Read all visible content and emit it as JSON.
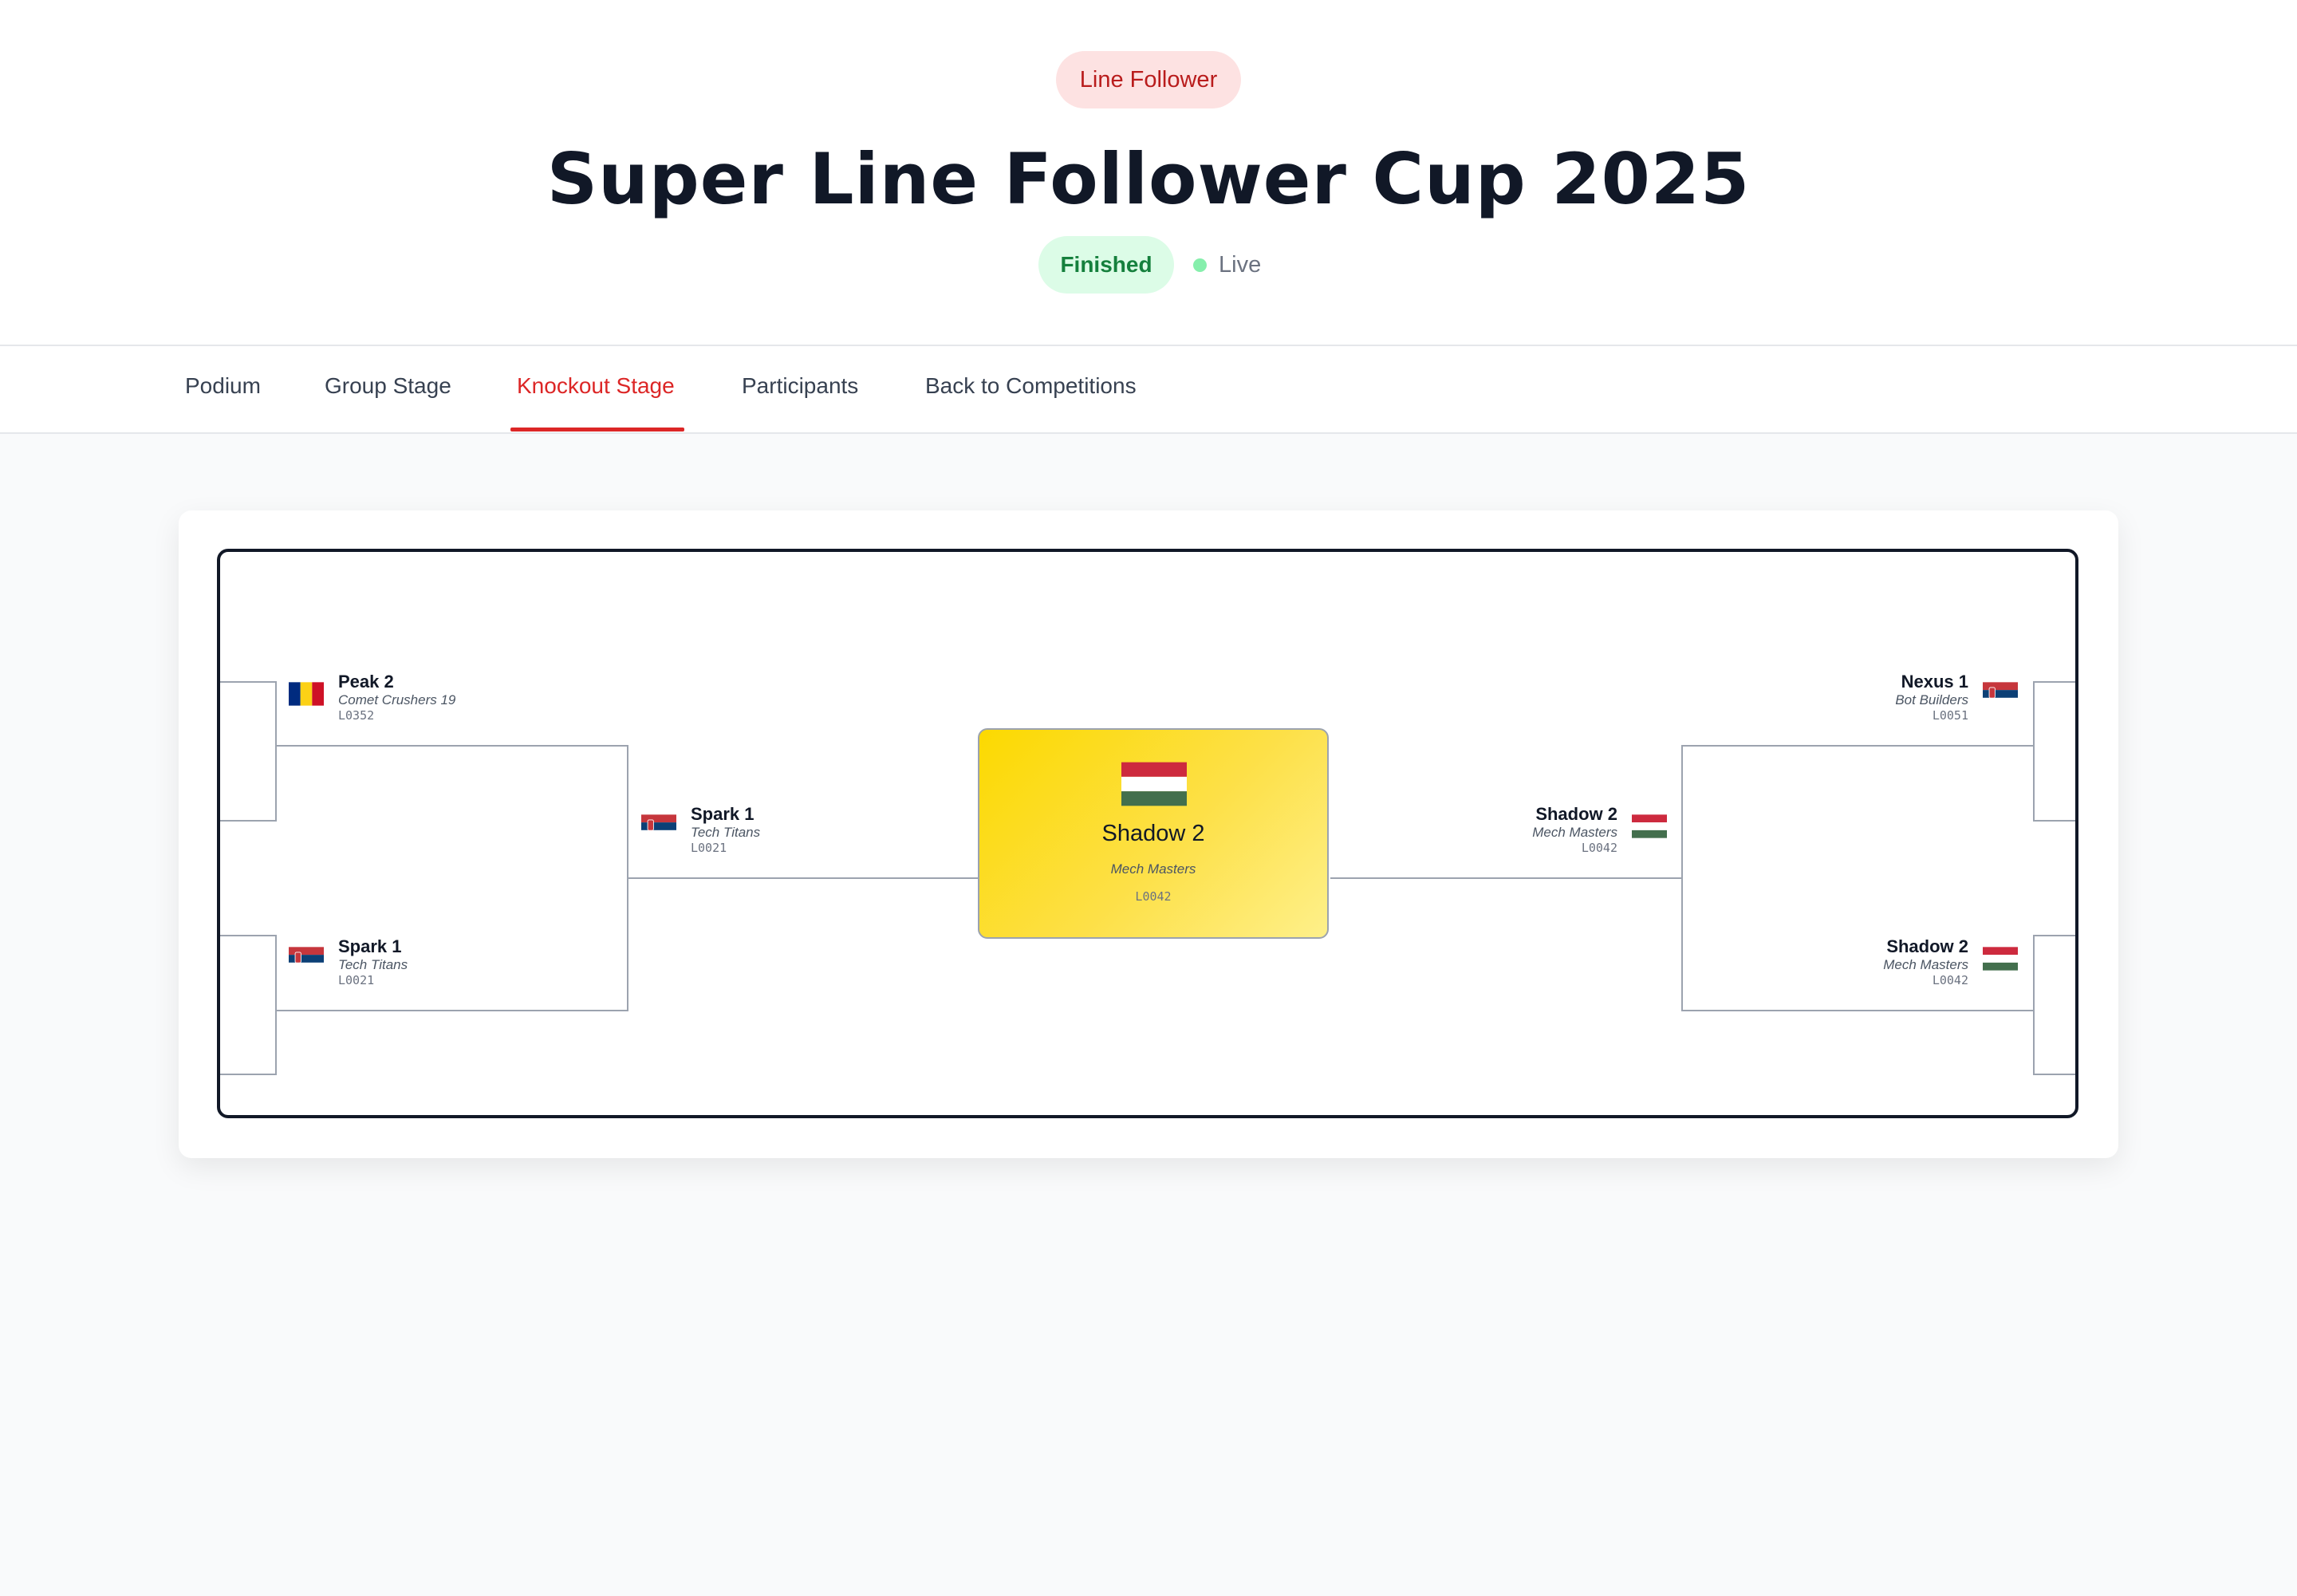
{
  "header": {
    "category": "Line Follower",
    "title": "Super Line Follower Cup 2025",
    "status": "Finished",
    "live_label": "Live"
  },
  "nav": {
    "tabs": [
      {
        "label": "Podium",
        "active": false
      },
      {
        "label": "Group Stage",
        "active": false
      },
      {
        "label": "Knockout Stage",
        "active": true
      },
      {
        "label": "Participants",
        "active": false
      },
      {
        "label": "Back to Competitions",
        "active": false
      }
    ]
  },
  "colors": {
    "accent": "#dc2626",
    "status_green": "#15803d",
    "champion_gold": "#fcd900"
  },
  "bracket": {
    "left_semis": [
      {
        "name": "Peak 2",
        "team": "Comet Crushers 19",
        "code": "L0352",
        "flag": "romania-flag"
      },
      {
        "name": "Spark 1",
        "team": "Tech Titans",
        "code": "L0021",
        "flag": "serbia-flag"
      }
    ],
    "left_final": {
      "name": "Spark 1",
      "team": "Tech Titans",
      "code": "L0021",
      "flag": "serbia-flag"
    },
    "champion": {
      "name": "Shadow 2",
      "team": "Mech Masters",
      "code": "L0042",
      "flag": "hungary-flag"
    },
    "right_final": {
      "name": "Shadow 2",
      "team": "Mech Masters",
      "code": "L0042",
      "flag": "hungary-flag"
    },
    "right_semis": [
      {
        "name": "Nexus 1",
        "team": "Bot Builders",
        "code": "L0051",
        "flag": "serbia-flag"
      },
      {
        "name": "Shadow 2",
        "team": "Mech Masters",
        "code": "L0042",
        "flag": "hungary-flag"
      }
    ]
  }
}
